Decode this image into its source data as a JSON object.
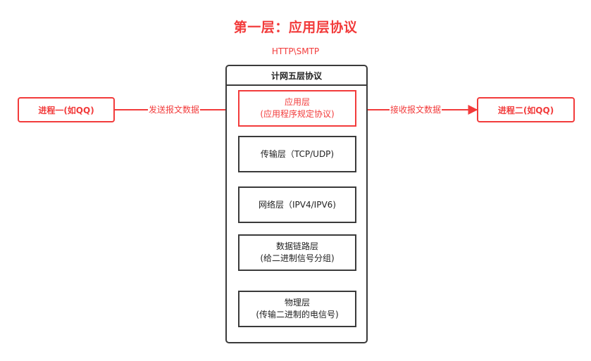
{
  "title": "第一层：应用层协议",
  "protocols": "HTTP\\SMTP",
  "stack": {
    "title": "计网五层协议",
    "layers": [
      {
        "name": "应用层",
        "desc": "(应用程序规定协议)"
      },
      {
        "name": "传输层（TCP/UDP)",
        "desc": ""
      },
      {
        "name": "网络层（IPV4/IPV6)",
        "desc": ""
      },
      {
        "name": "数据链路层",
        "desc": "(给二进制信号分组)"
      },
      {
        "name": "物理层",
        "desc": "(传输二进制的电信号)"
      }
    ]
  },
  "process_left": "进程一(如QQ)",
  "process_right": "进程二(如QQ)",
  "edge_left": "发送报文数据",
  "edge_right": "接收报文数据",
  "colors": {
    "accent": "#f23b3b",
    "stroke": "#3a3a3a"
  }
}
